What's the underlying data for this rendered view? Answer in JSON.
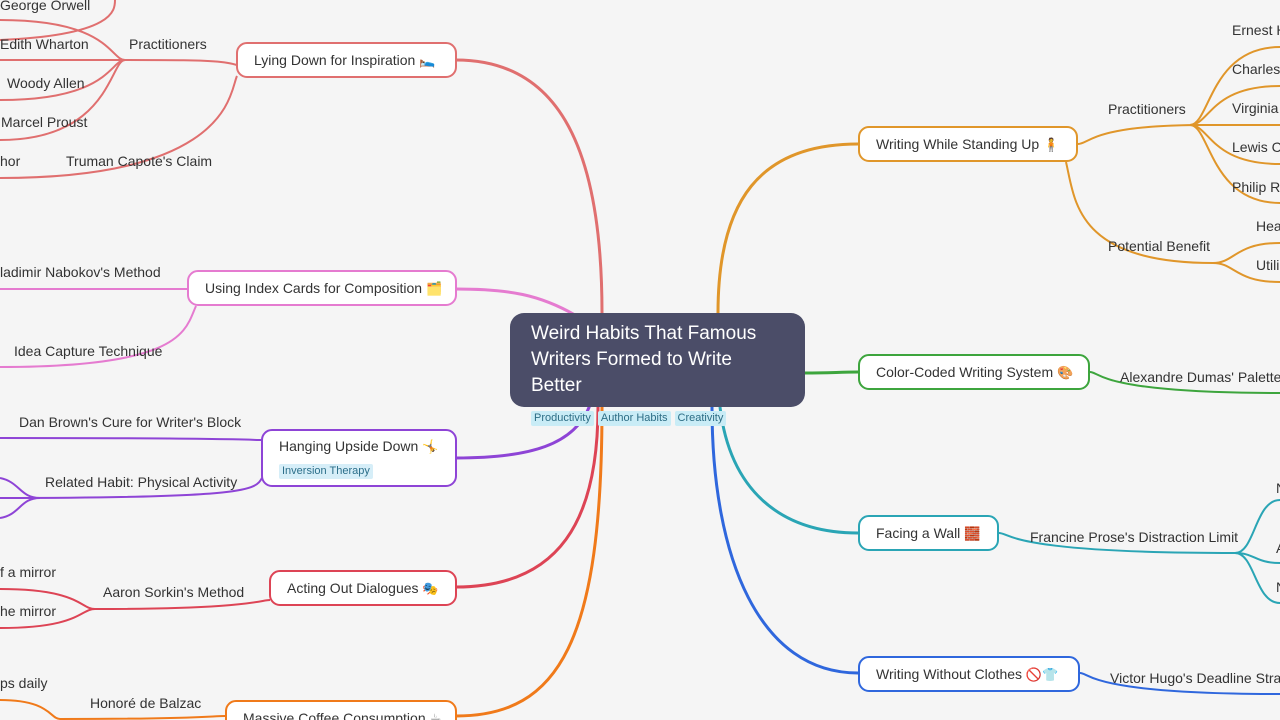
{
  "root": {
    "title_line1": "Weird Habits That Famous",
    "title_line2": "Writers Formed to Write Better",
    "tags": [
      "Productivity",
      "Author Habits",
      "Creativity"
    ]
  },
  "left_branches": {
    "lying_down": {
      "label": "Lying Down for Inspiration",
      "icon": "🛌",
      "color": "#e06f6f",
      "practitioners_label": "Practitioners",
      "practitioners": [
        "George Orwell",
        "Edith Wharton",
        "Woody Allen",
        "Marcel Proust"
      ],
      "capote_claim": "Truman Capote's Claim",
      "capote_child": "hor"
    },
    "index_cards": {
      "label": "Using Index Cards for Composition",
      "icon": "🗂️",
      "color": "#e57bd0",
      "nabokov": "ladimir Nabokov's Method",
      "idea_capture": "Idea Capture Technique"
    },
    "upside_down": {
      "label": "Hanging Upside Down",
      "icon": "🤸",
      "tag": "Inversion Therapy",
      "color": "#8e44d6",
      "dan_brown": "Dan Brown's Cure for Writer's Block",
      "physical": "Related Habit: Physical Activity"
    },
    "dialogues": {
      "label": "Acting Out Dialogues",
      "icon": "🎭",
      "color": "#dd4455",
      "sorkin": "Aaron Sorkin's Method",
      "mirror1": "f a mirror",
      "mirror2": "he mirror"
    },
    "coffee": {
      "label": "Massive Coffee Consumption",
      "icon": "☕",
      "color": "#f07a1a",
      "balzac": "Honoré de Balzac",
      "cups": "ps daily"
    }
  },
  "right_branches": {
    "standing": {
      "label": "Writing While Standing Up",
      "icon": "🧍",
      "color": "#e0962a",
      "practitioners_label": "Practitioners",
      "practitioners": [
        "Ernest H",
        "Charles",
        "Virginia",
        "Lewis Ca",
        "Philip Ro"
      ],
      "benefit_label": "Potential Benefit",
      "benefits": [
        "Hea",
        "Utili"
      ]
    },
    "color_coded": {
      "label": "Color-Coded Writing System",
      "icon": "🎨",
      "color": "#3da53d",
      "dumas": "Alexandre Dumas' Palette"
    },
    "wall": {
      "label": "Facing a Wall",
      "icon": "🧱",
      "color": "#2aa5b5",
      "prose": "Francine Prose's Distraction Limit",
      "children": [
        "N",
        "A",
        "N"
      ]
    },
    "no_clothes": {
      "label": "Writing Without Clothes",
      "icon": "🚫👕",
      "color": "#2f67dd",
      "hugo": "Victor Hugo's Deadline Strate"
    }
  }
}
